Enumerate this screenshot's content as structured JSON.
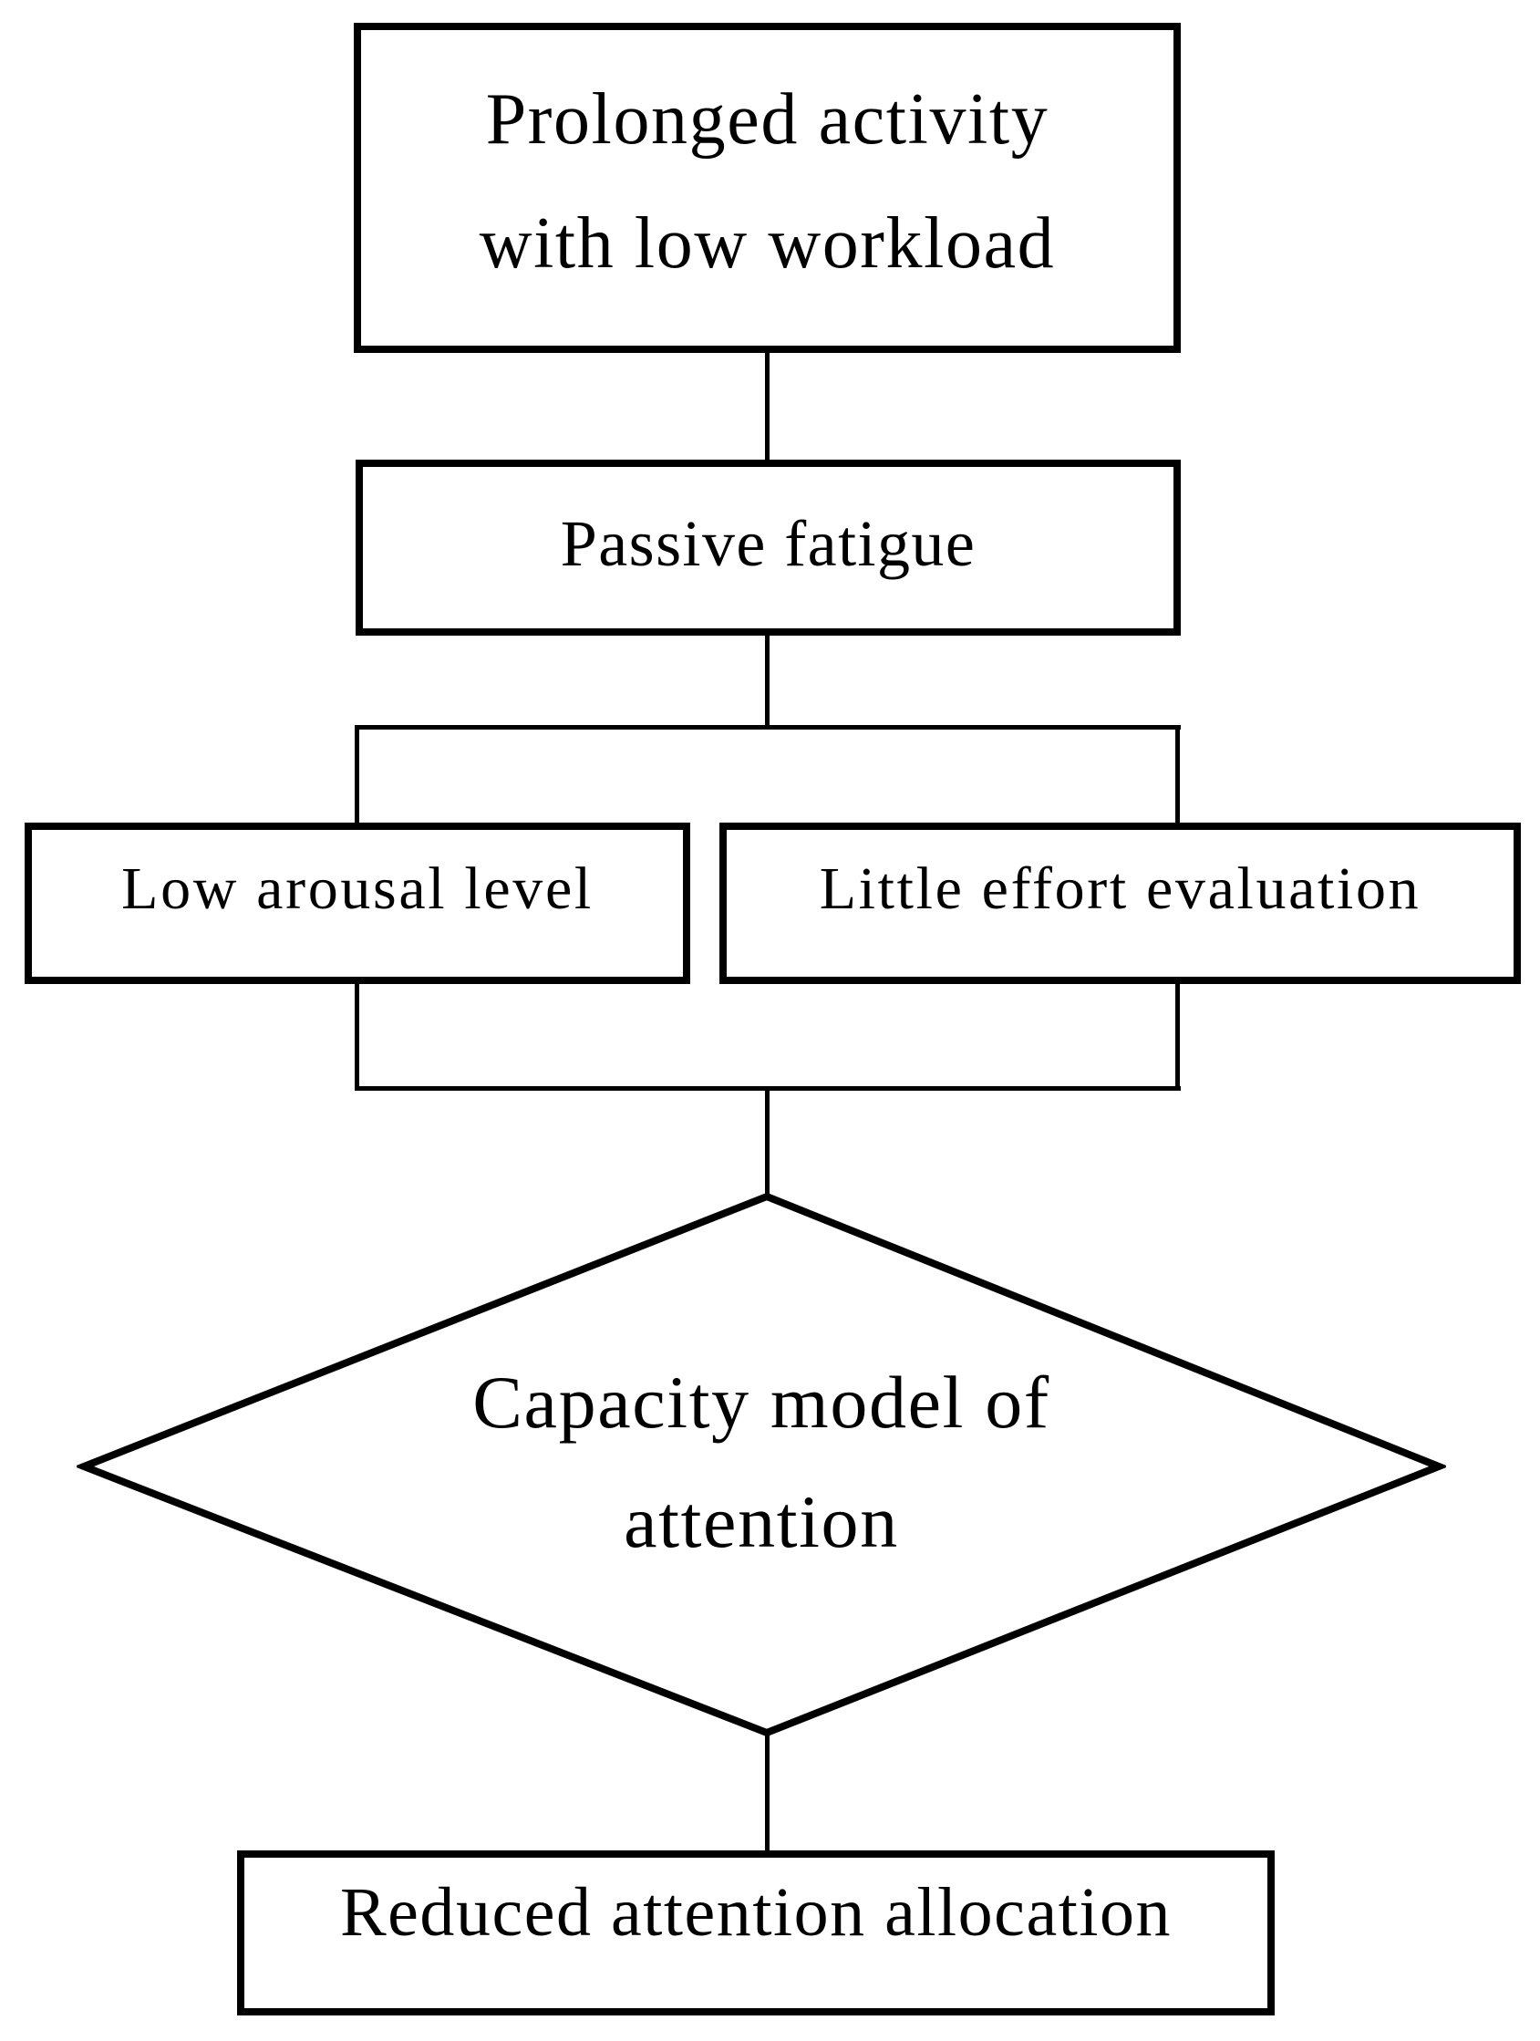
{
  "figure": {
    "type": "flowchart",
    "background_color": "#ffffff",
    "line_color": "#000000",
    "nodes": {
      "prolonged_activity": {
        "shape": "rectangle",
        "lines": [
          "Prolonged activity",
          "with low workload"
        ]
      },
      "passive_fatigue": {
        "shape": "rectangle",
        "lines": [
          "Passive fatigue"
        ]
      },
      "low_arousal_level": {
        "shape": "rectangle",
        "lines": [
          "Low arousal level"
        ]
      },
      "little_effort_evaluation": {
        "shape": "rectangle",
        "lines": [
          "Little effort evaluation"
        ]
      },
      "capacity_model_of_attention": {
        "shape": "diamond",
        "lines": [
          "Capacity model of",
          "attention"
        ]
      },
      "reduced_attention_allocation": {
        "shape": "rectangle",
        "lines": [
          "Reduced attention allocation"
        ]
      }
    },
    "edges": [
      {
        "from": "prolonged_activity",
        "to": "passive_fatigue"
      },
      {
        "from": "passive_fatigue",
        "to": "low_arousal_level"
      },
      {
        "from": "passive_fatigue",
        "to": "little_effort_evaluation"
      },
      {
        "from": "low_arousal_level",
        "to": "capacity_model_of_attention"
      },
      {
        "from": "little_effort_evaluation",
        "to": "capacity_model_of_attention"
      },
      {
        "from": "capacity_model_of_attention",
        "to": "reduced_attention_allocation"
      }
    ]
  }
}
